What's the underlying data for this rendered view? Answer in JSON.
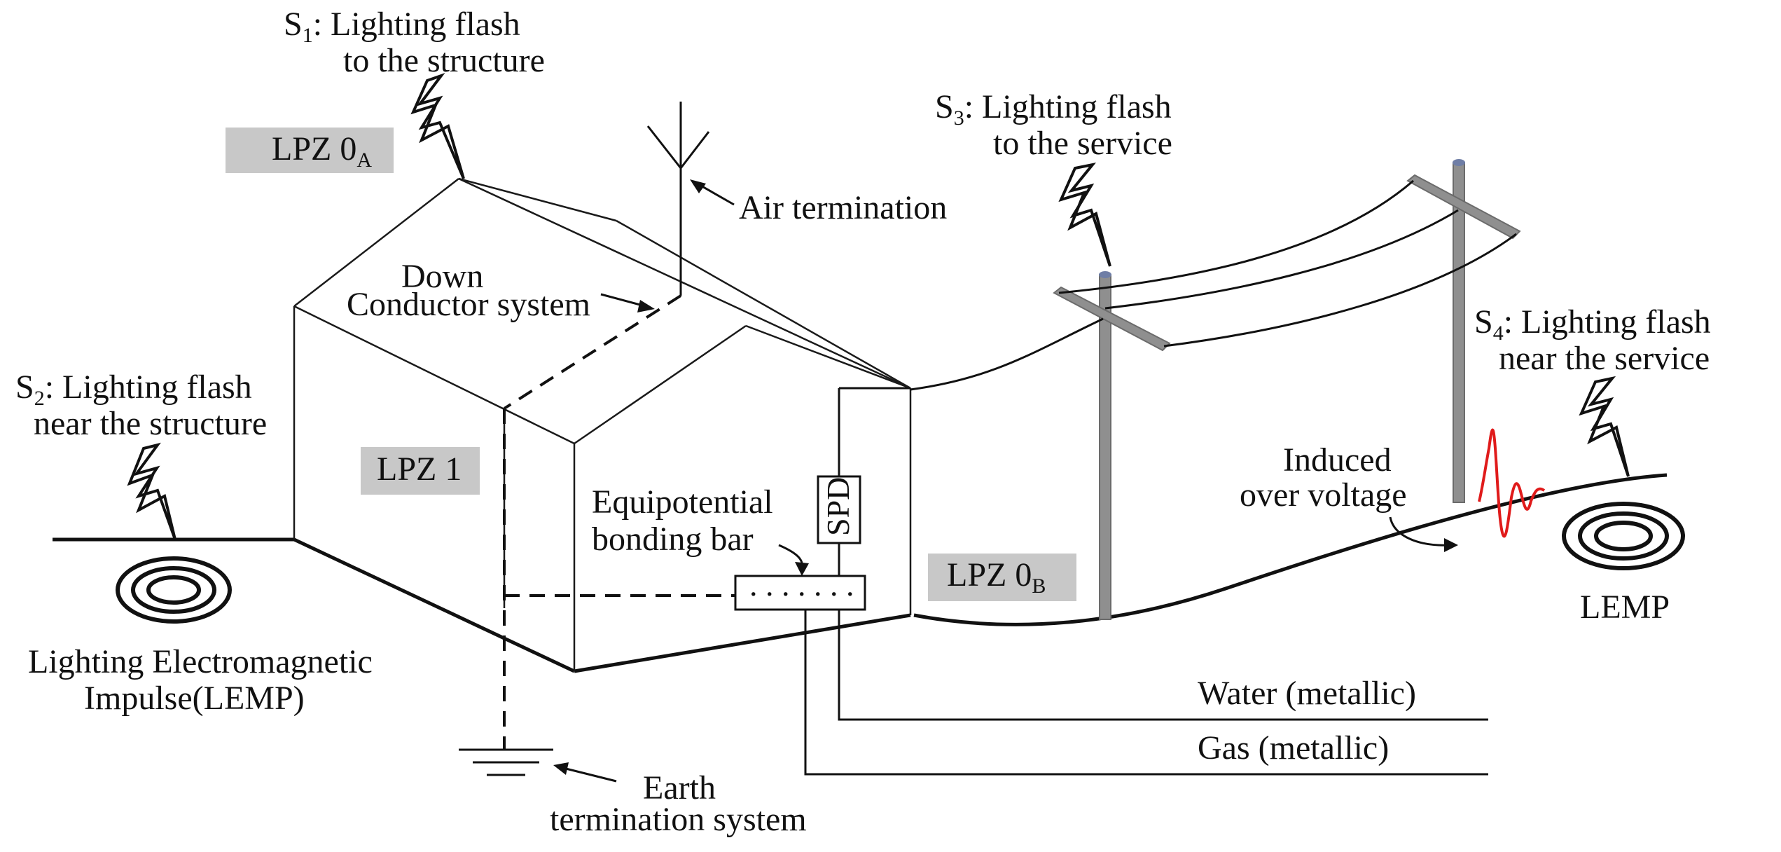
{
  "labels": {
    "s1_prefix": "S",
    "s1_sub": "1",
    "s1_line1": ": Lighting flash",
    "s1_line2": "to the structure",
    "s2_prefix": "S",
    "s2_sub": "2",
    "s2_line1": ": Lighting flash",
    "s2_line2": "near the structure",
    "s3_prefix": "S",
    "s3_sub": "3",
    "s3_line1": ": Lighting flash",
    "s3_line2": "to the service",
    "s4_prefix": "S",
    "s4_sub": "4",
    "s4_line1": ": Lighting flash",
    "s4_line2": "near the service",
    "air_termination": "Air termination",
    "down_line1": "Down",
    "down_line2": "Conductor system",
    "lpz0a_main": "LPZ 0",
    "lpz0a_sub": "A",
    "lpz1": "LPZ 1",
    "lpz0b_main": "LPZ 0",
    "lpz0b_sub": "B",
    "spd": "SPD",
    "epb_line1": "Equipotential",
    "epb_line2": "bonding bar",
    "epb_dots": ". . . . . . .",
    "induced_line1": "Induced",
    "induced_line2": "over voltage",
    "lemp_right": "LEMP",
    "lemp_left_line1": "Lighting Electromagnetic",
    "lemp_left_line2": "Impulse(LEMP)",
    "water": "Water (metallic)",
    "gas": "Gas (metallic)",
    "earth_line1": "Earth",
    "earth_line2": "termination system"
  },
  "colors": {
    "zone_fill": "#c8c8c8",
    "pole": "#8f8f8f",
    "surge_wave": "#e01b1b",
    "line": "#111111"
  },
  "icons": [
    "lightning-bolt-icon",
    "lemp-rings-icon",
    "antenna-icon",
    "ground-symbol-icon"
  ]
}
